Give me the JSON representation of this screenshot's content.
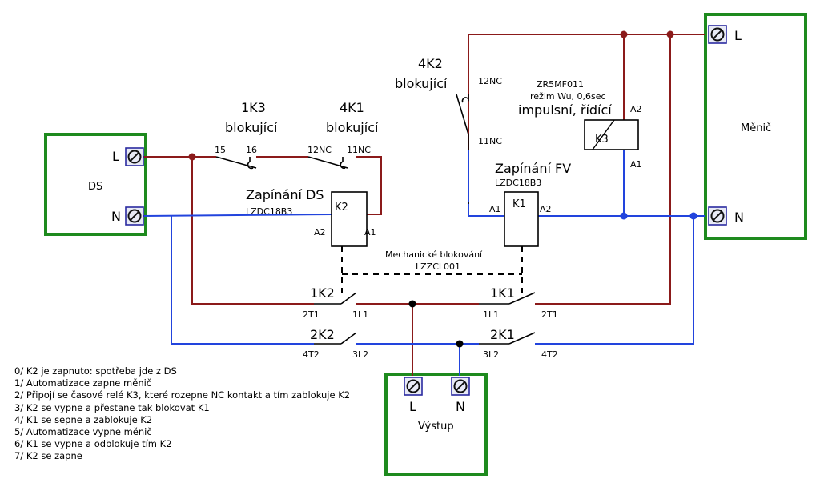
{
  "colors": {
    "live": "#8b1a1a",
    "neutral": "#2244dd",
    "box": "#1e8a1e",
    "wire": "#000000",
    "terminal_fill": "#e8eaf6",
    "terminal_stroke": "#2a2aa0"
  },
  "ds": {
    "name": "DS",
    "terminal_l": "L",
    "terminal_n": "N"
  },
  "menic": {
    "name": "Měnič",
    "terminal_l": "L",
    "terminal_n": "N"
  },
  "vystup": {
    "name": "Výstup",
    "terminal_l": "L",
    "terminal_n": "N"
  },
  "contact_1k3": {
    "name": "1K3",
    "role": "blokující",
    "pin_a": "15",
    "pin_b": "16"
  },
  "contact_4k1": {
    "name": "4K1",
    "role": "blokující",
    "pin_a": "12NC",
    "pin_b": "11NC"
  },
  "contact_4k2": {
    "name": "4K2",
    "role": "blokující",
    "pin_top": "12NC",
    "pin_bottom": "11NC"
  },
  "timer_k3": {
    "model": "ZR5MF011",
    "mode": "režim Wu, 0,6sec",
    "function": "impulsní, řídící",
    "label": "K3",
    "pin_top": "A2",
    "pin_bottom": "A1"
  },
  "coil_k2": {
    "title": "Zapínání DS",
    "model": "LZDC18B3",
    "label": "K2",
    "pin_left": "A2",
    "pin_right": "A1"
  },
  "coil_k1": {
    "title": "Zapínání FV",
    "model": "LZDC18B3",
    "label": "K1",
    "pin_left": "A1",
    "pin_right": "A2"
  },
  "interlock": {
    "title": "Mechanické blokování",
    "model": "LZZCL001"
  },
  "contact_1k2": {
    "name": "1K2",
    "pin_left": "2T1",
    "pin_right": "1L1"
  },
  "contact_1k1": {
    "name": "1K1",
    "pin_left": "1L1",
    "pin_right": "2T1"
  },
  "contact_2k2": {
    "name": "2K2",
    "pin_left": "4T2",
    "pin_right": "3L2"
  },
  "contact_2k1": {
    "name": "2K1",
    "pin_left": "3L2",
    "pin_right": "4T2"
  },
  "notes": [
    "0/ K2 je zapnuto: spotřeba jde z DS",
    "1/ Automatizace zapne měnič",
    "2/ Připojí se časové relé K3, které rozepne NC kontakt a tím zablokuje K2",
    "3/ K2 se vypne a přestane tak blokovat K1",
    "4/ K1 se sepne a zablokuje K2",
    "5/ Automatizace vypne měnič",
    "6/ K1 se vypne a odblokuje tím K2",
    "7/ K2 se zapne"
  ]
}
